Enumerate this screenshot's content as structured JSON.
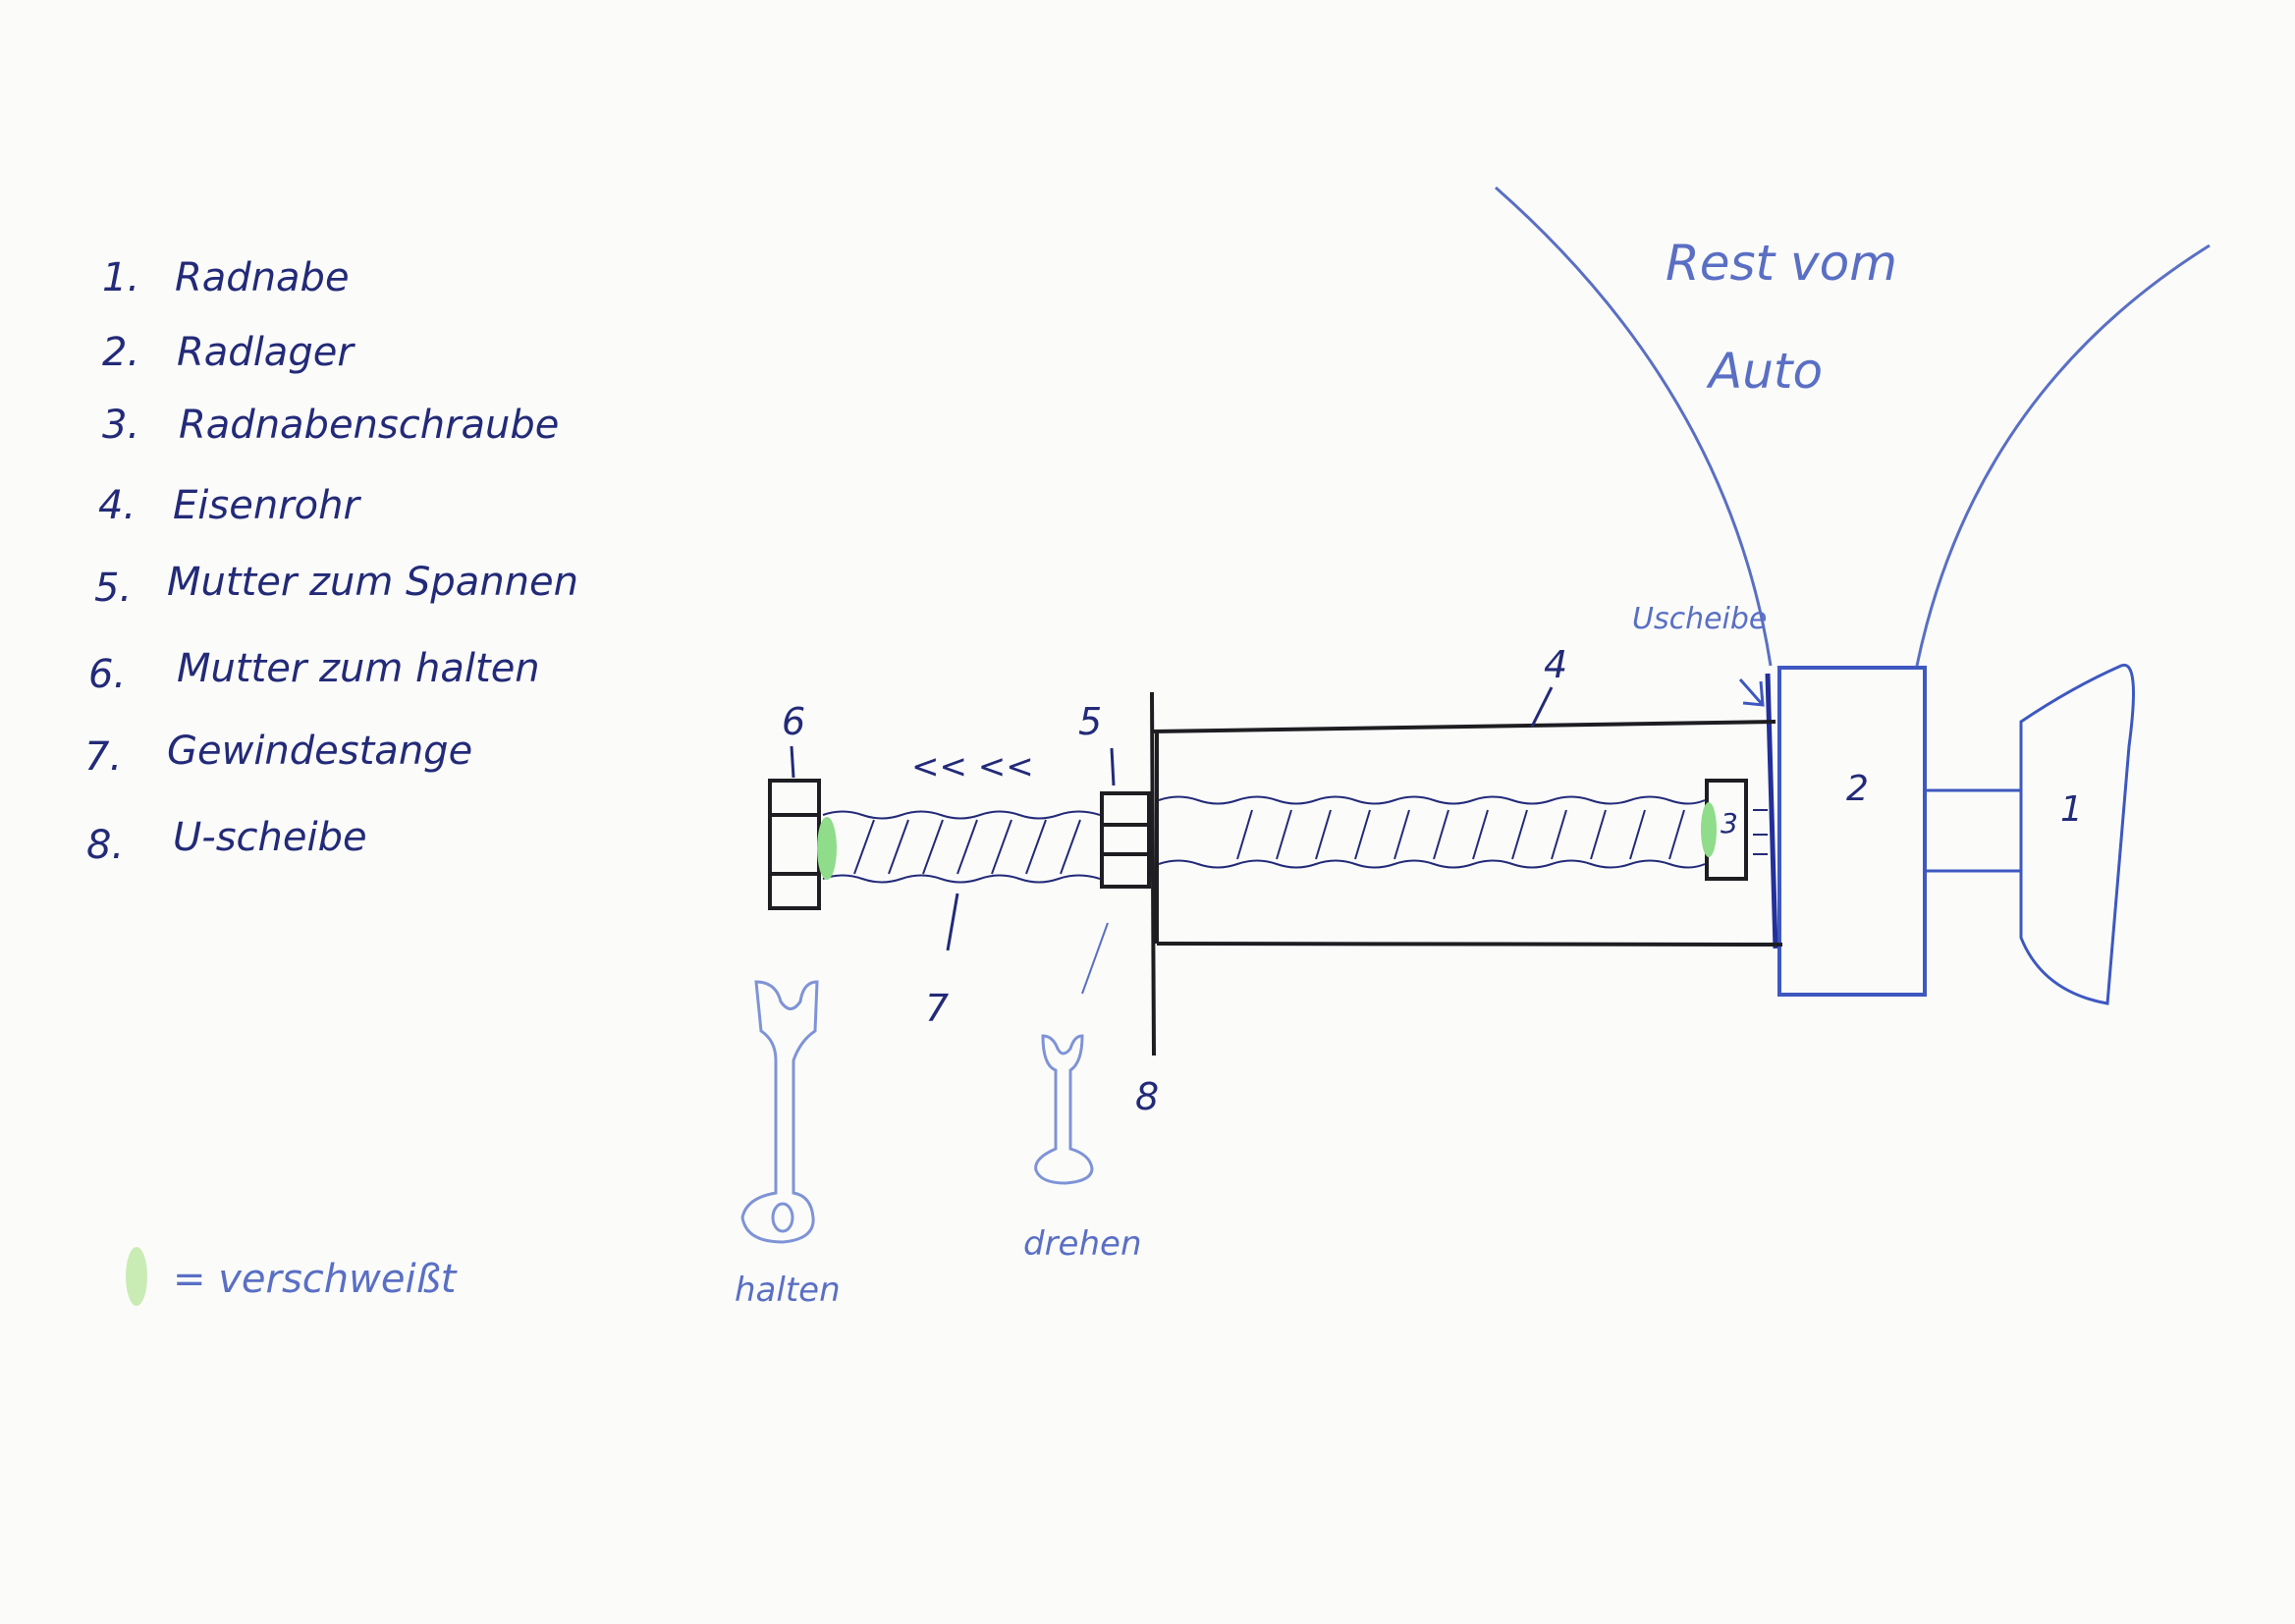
{
  "legend": {
    "items": [
      {
        "num": "1.",
        "label": "Radnabe"
      },
      {
        "num": "2.",
        "label": "Radlager"
      },
      {
        "num": "3.",
        "label": "Radnabenschraube"
      },
      {
        "num": "4.",
        "label": "Eisenrohr"
      },
      {
        "num": "5.",
        "label": "Mutter zum Spannen"
      },
      {
        "num": "6.",
        "label": "Mutter zum halten"
      },
      {
        "num": "7.",
        "label": "Gewindestange"
      },
      {
        "num": "8.",
        "label": "U-scheibe"
      }
    ],
    "welded_label": "= verschweißt"
  },
  "diagram": {
    "car_label_line1": "Rest vom",
    "car_label_line2": "Auto",
    "washer_note": "Uscheibe",
    "direction_arrows": "<<  <<",
    "part_labels": {
      "p1": "1",
      "p2": "2",
      "p3": "3",
      "p4": "4",
      "p5": "5",
      "p6": "6",
      "p7": "7",
      "p8": "8"
    },
    "wrench_hold_label": "halten",
    "wrench_turn_label": "drehen"
  },
  "colors": {
    "ink": "#232a78",
    "light_ink": "#5a6fc4",
    "weld": "#8fdc8a",
    "tube": "#1e1e22"
  }
}
